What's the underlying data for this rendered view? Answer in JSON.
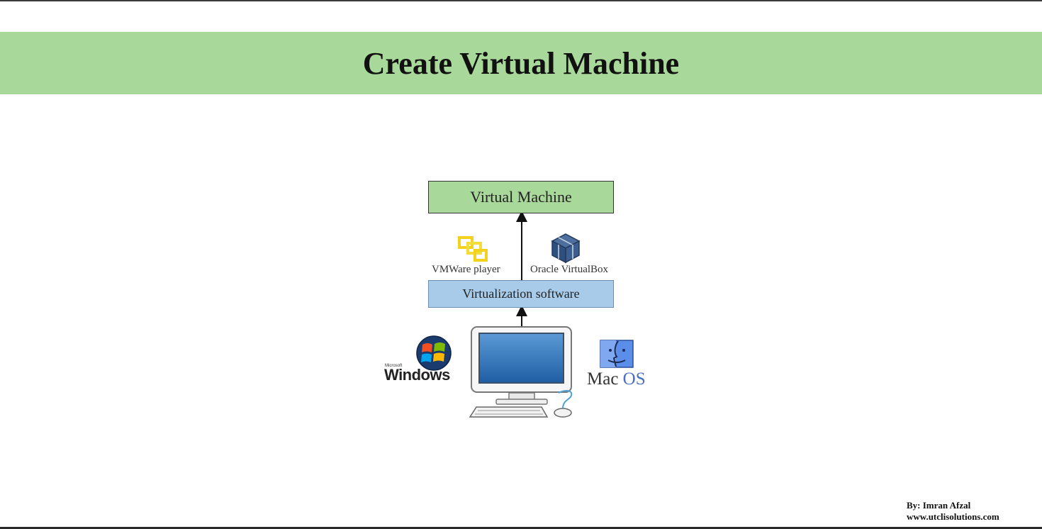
{
  "slide": {
    "title": "Create Virtual Machine"
  },
  "diagram": {
    "vm_box": "Virtual Machine",
    "virtualization_box": "Virtualization software",
    "vmware_label": "VMWare player",
    "virtualbox_label": "Oracle VirtualBox",
    "windows_small": "Microsoft",
    "windows_label": "Windows",
    "mac_label_prefix": "Mac ",
    "mac_label_suffix": "OS"
  },
  "credit": {
    "author": "By: Imran Afzal",
    "website": "www.utclisolutions.com"
  },
  "colors": {
    "title_band": "#a9d99a",
    "vm_box": "#a9d99a",
    "virtualization_box": "#a8cbea"
  },
  "icons": [
    "vmware-icon",
    "virtualbox-icon",
    "windows-logo-icon",
    "mac-finder-icon",
    "computer-icon"
  ]
}
